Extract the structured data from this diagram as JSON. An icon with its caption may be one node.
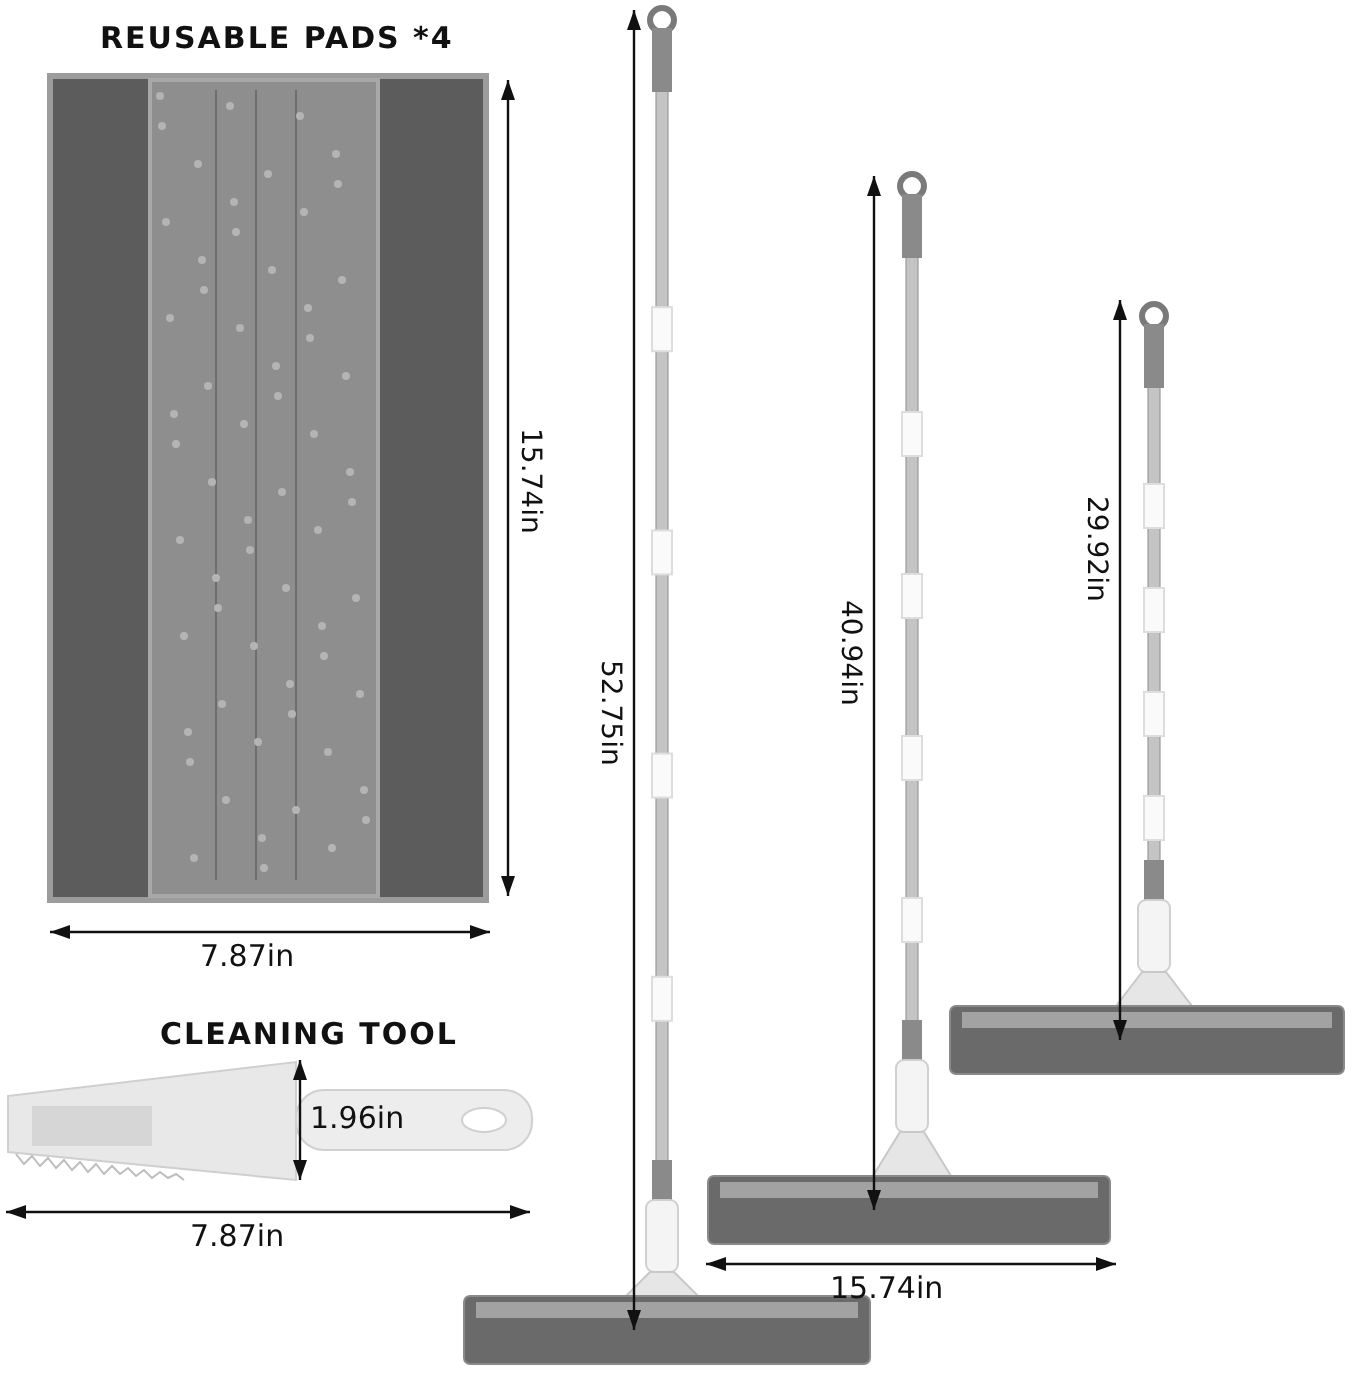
{
  "diagram": {
    "labels": [
      "REUSABLE PADS *4",
      "15.74in",
      "7.87in",
      "CLEANING TOOL",
      "1.96in",
      "7.87in",
      "52.75in",
      "40.94in",
      "29.92in",
      "15.74in"
    ]
  }
}
